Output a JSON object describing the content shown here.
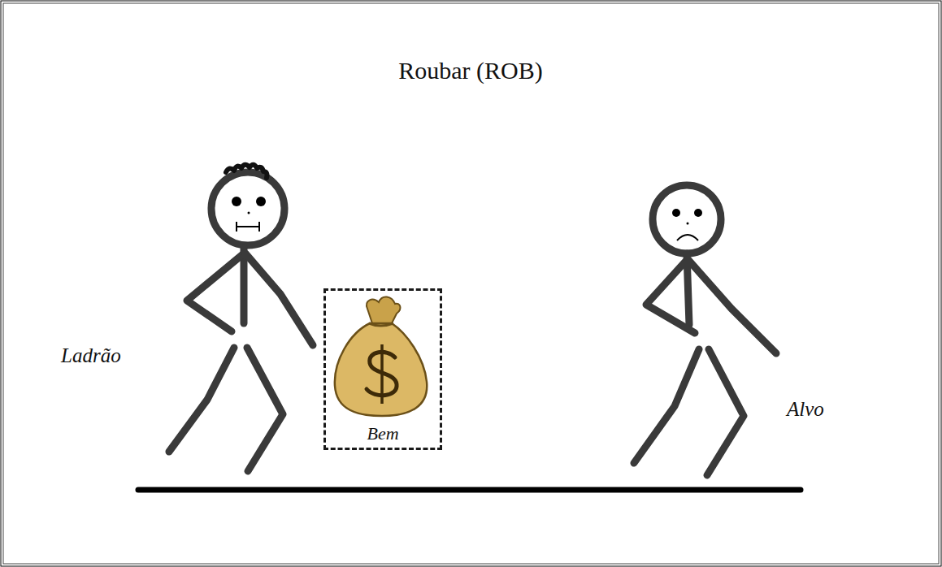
{
  "diagram": {
    "title": "Roubar (ROB)",
    "nodes": [
      {
        "text": [
          "Bem"
        ]
      }
    ],
    "labels": [
      "Ladrão",
      "Alvo"
    ]
  }
}
